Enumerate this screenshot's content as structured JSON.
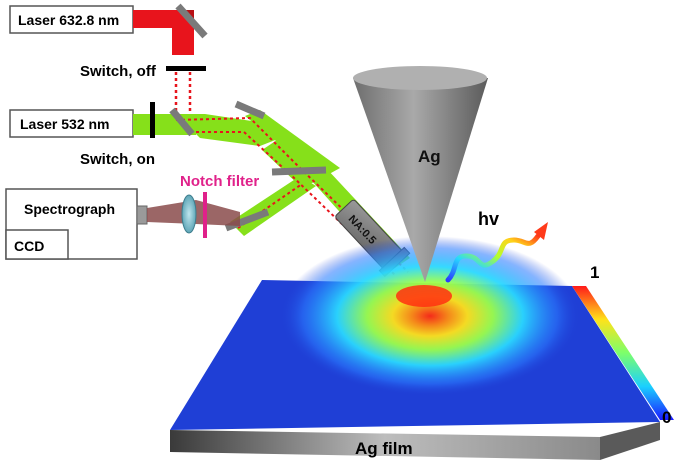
{
  "labels": {
    "laser_red": "Laser 632.8 nm",
    "laser_green": "Laser 532 nm",
    "switch_off": "Switch, off",
    "switch_on": "Switch, on",
    "notch_filter": "Notch filter",
    "spectrograph": "Spectrograph",
    "ccd": "CCD",
    "objective": "NA:0.5",
    "tip": "Ag",
    "photon": "hv",
    "film": "Ag film",
    "scale_max": "1",
    "scale_min": "0"
  },
  "colors": {
    "red_beam": "#e8141c",
    "green_beam": "#86e01a",
    "signal_beam": "#8a4b4b",
    "notch_filter": "#e0218a",
    "tip_gray": "#8c8c8c",
    "film_blue": "#1f3fd6"
  }
}
